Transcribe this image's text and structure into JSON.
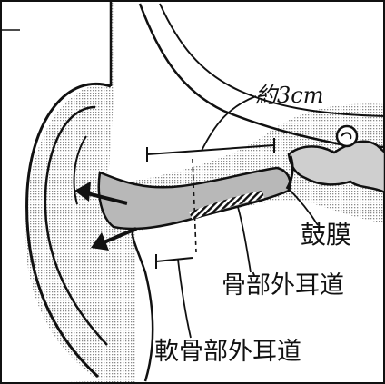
{
  "labels": {
    "canal_length": "約3cm",
    "eardrum": "鼓膜",
    "bony_canal": "骨部外耳道",
    "cartilaginous_canal": "軟骨部外耳道"
  },
  "colors": {
    "ink": "#111111",
    "shade": "#b8b8b8",
    "background": "#ffffff"
  },
  "icons": [
    "sound-arrow-upper",
    "sound-arrow-lower"
  ]
}
